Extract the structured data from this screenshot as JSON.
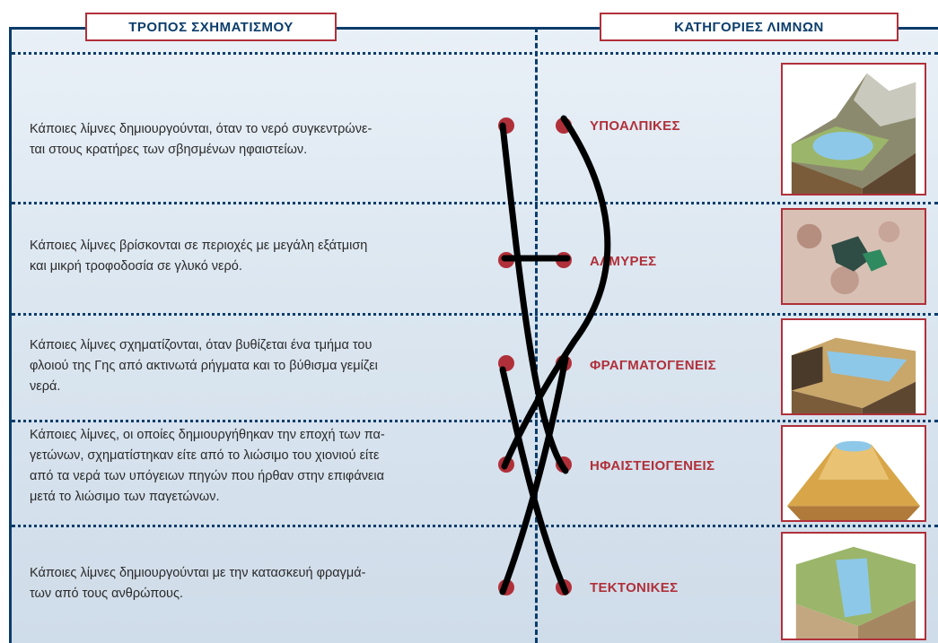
{
  "headers": {
    "formation": "ΤΡΟΠΟΣ ΣΧΗΜΑΤΙΣΜΟΥ",
    "categories": "ΚΑΤΗΓΟΡΙΕΣ ΛΙΜΝΩΝ"
  },
  "rows": [
    {
      "text_lines": [
        "Κάποιες λίμνες δημιουργούνται, όταν το νερό συγκεντρώνε-",
        "ται στους κρατήρες των σβησμένων ηφαιστείων."
      ],
      "category": "ΥΠΟΑΛΠΙΚΕΣ",
      "image_icon": "alpine-lake-image"
    },
    {
      "text_lines": [
        "Κάποιες λίμνες βρίσκονται σε περιοχές με μεγάλη εξάτμιση",
        "και μικρή τροφοδοσία σε γλυκό νερό."
      ],
      "category": "ΑΛΜΥΡΕΣ",
      "image_icon": "salt-lake-image"
    },
    {
      "text_lines": [
        "Κάποιες λίμνες σχηματίζονται, όταν βυθίζεται ένα τμήμα του",
        "φλοιού της Γης από ακτινωτά ρήγματα και το βύθισμα γεμίζει",
        "νερά."
      ],
      "category": "ΦΡΑΓΜΑΤΟΓΕΝΕΙΣ",
      "image_icon": "dam-lake-image"
    },
    {
      "text_lines": [
        "Κάποιες λίμνες, οι οποίες δημιουργήθηκαν την εποχή των πα-",
        "γετώνων, σχηματίστηκαν είτε από το λιώσιμο του χιονιού είτε",
        "από τα νερά των υπόγειων πηγών που ήρθαν στην επιφάνεια",
        "μετά το λιώσιμο των παγετώνων."
      ],
      "category": "ΗΦΑΙΣΤΕΙΟΓΕΝΕΙΣ",
      "image_icon": "volcanic-lake-image"
    },
    {
      "text_lines": [
        "Κάποιες λίμνες δημιουργούνται με την κατασκευή φραγμά-",
        "των από τους ανθρώπους."
      ],
      "category": "ΤΕΚΤΟΝΙΚΕΣ",
      "image_icon": "tectonic-lake-image"
    }
  ],
  "colors": {
    "accent_red": "#b0303a",
    "navy": "#0b3d6b",
    "ink": "#000000"
  }
}
